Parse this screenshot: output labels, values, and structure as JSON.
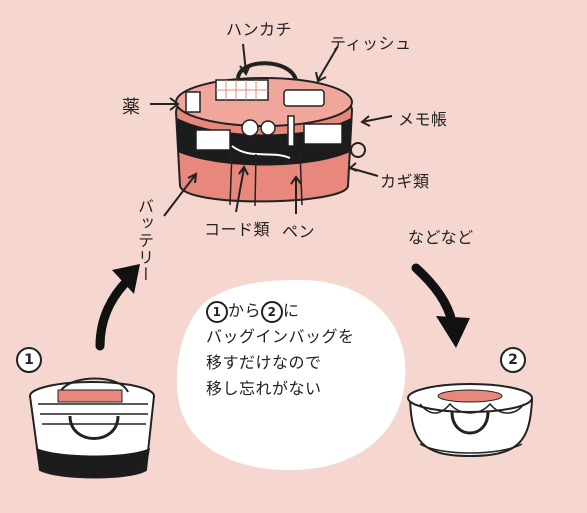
{
  "labels": {
    "hankachi": "ハンカチ",
    "tissue": "ティッシュ",
    "kusuri": "薬",
    "memo": "メモ帳",
    "kagi": "カギ類",
    "battery": "バッテリー",
    "cord": "コード類",
    "pen": "ペン",
    "etc": "などなど"
  },
  "steps": {
    "one": "1",
    "two": "2"
  },
  "bubble": {
    "line1_a": "1",
    "line1_b": "から",
    "line1_c": "2",
    "line1_d": "に",
    "line2": "バッグインバッグを",
    "line3": "移すだけなので",
    "line4": "移し忘れがない"
  },
  "colors": {
    "background": "#f5d7d0",
    "bag_body": "#e8877b",
    "bubble": "#ffffff",
    "ink": "#222222"
  }
}
